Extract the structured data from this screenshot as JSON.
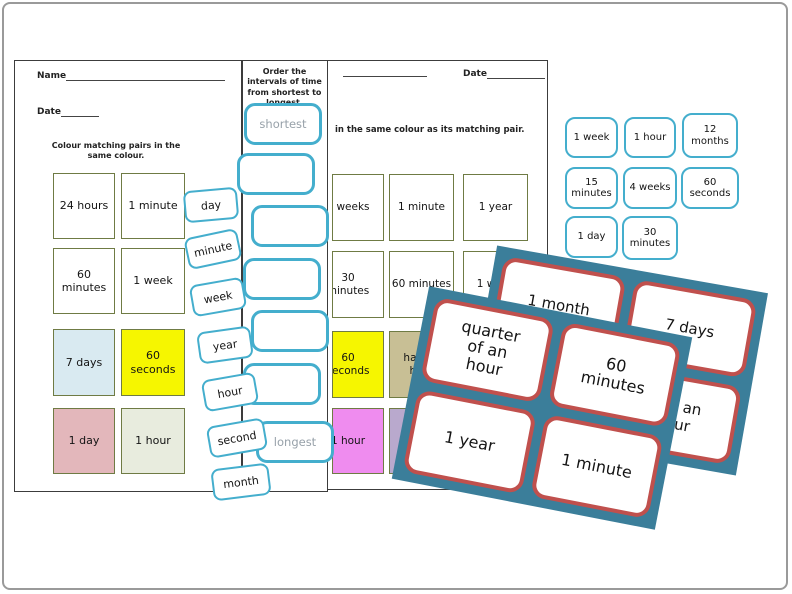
{
  "worksheet_left": {
    "name_label": "Name",
    "date_label": "Date",
    "instruction": "Colour matching pairs in the same colour.",
    "cells": [
      {
        "label": "24 hours",
        "bg": "#ffffff"
      },
      {
        "label": "1 minute",
        "bg": "#ffffff"
      },
      {
        "label": "60 minutes",
        "bg": "#ffffff"
      },
      {
        "label": "1 week",
        "bg": "#ffffff"
      },
      {
        "label": "7 days",
        "bg": "#d9eaf1"
      },
      {
        "label": "60 seconds",
        "bg": "#f6f600"
      },
      {
        "label": "1 day",
        "bg": "#e3b7bb"
      },
      {
        "label": "1 hour",
        "bg": "#e8ecde"
      }
    ]
  },
  "order_strip": {
    "instruction": "Order the intervals of time from shortest to longest.",
    "slots": [
      {
        "label": "shortest"
      },
      {
        "label": ""
      },
      {
        "label": ""
      },
      {
        "label": ""
      },
      {
        "label": ""
      },
      {
        "label": ""
      },
      {
        "label": "longest"
      }
    ]
  },
  "worksheet_middle": {
    "date_label": "Date",
    "instruction": "in the same colour as its matching pair.",
    "cells": [
      {
        "label": "4 weeks",
        "bg": "#ffffff"
      },
      {
        "label": "1 minute",
        "bg": "#ffffff"
      },
      {
        "label": "1 year",
        "bg": "#ffffff"
      },
      {
        "label": "30 minutes",
        "bg": "#ffffff"
      },
      {
        "label": "60 minutes",
        "bg": "#ffffff"
      },
      {
        "label": "1 week",
        "bg": "#ffffff"
      },
      {
        "label": "60 seconds",
        "bg": "#f6f600"
      },
      {
        "label": "half an hour",
        "bg": "#c8bf95"
      },
      {
        "label": "",
        "bg": "#ffffff"
      },
      {
        "label": "1 hour",
        "bg": "#ef8cef"
      },
      {
        "label": "",
        "bg": "#b9a9cd"
      },
      {
        "label": "",
        "bg": "#ffffff"
      }
    ]
  },
  "word_cards": [
    {
      "label": "day"
    },
    {
      "label": "minute"
    },
    {
      "label": "week"
    },
    {
      "label": "year"
    },
    {
      "label": "hour"
    },
    {
      "label": "second"
    },
    {
      "label": "month"
    }
  ],
  "interval_cards": [
    {
      "label": "1 week"
    },
    {
      "label": "1 hour"
    },
    {
      "label": "12 months"
    },
    {
      "label": "15 minutes"
    },
    {
      "label": "4 weeks"
    },
    {
      "label": "60 seconds"
    },
    {
      "label": "1 day"
    },
    {
      "label": "30 minutes"
    }
  ],
  "flashcards_back": {
    "cards": [
      {
        "label": "1 month"
      },
      {
        "label": "7 days"
      },
      {
        "label": ""
      },
      {
        "label": "half an hour"
      }
    ]
  },
  "flashcards_front": {
    "cards": [
      {
        "label": "quarter of an hour"
      },
      {
        "label": "60 minutes"
      },
      {
        "label": "1 year"
      },
      {
        "label": "1 minute"
      }
    ]
  },
  "colors": {
    "teal_page": "#3b7e9a",
    "flashcard_border_red": "#c0504d",
    "cyan_border": "#44aecd",
    "cell_border_green": "#6f7b44",
    "slot_text_gray": "#97a1a9",
    "highlight_yellow": "#f6f600",
    "highlight_pink": "#e3b7bb",
    "highlight_blue": "#d9eaf1",
    "highlight_magenta": "#ef8cef"
  }
}
